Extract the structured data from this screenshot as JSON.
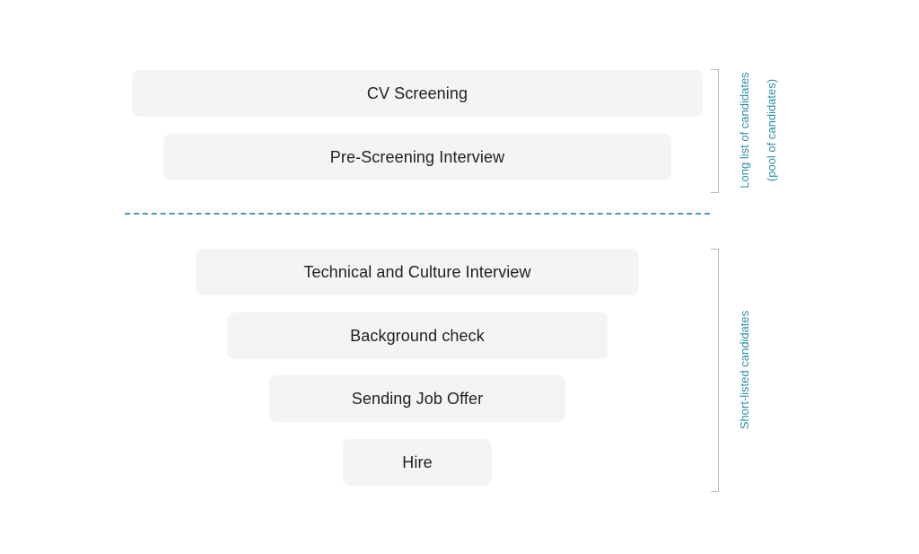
{
  "stages": [
    {
      "label": "CV Screening"
    },
    {
      "label": "Pre-Screening Interview"
    },
    {
      "label": "Technical and Culture Interview"
    },
    {
      "label": "Background check"
    },
    {
      "label": "Sending Job Offer"
    },
    {
      "label": "Hire"
    }
  ],
  "groups": {
    "long_list": {
      "line1": "Long list of candidates",
      "line2": "(pool of candidates)"
    },
    "short_list": {
      "line1": "Short-listed candidates"
    }
  },
  "colors": {
    "accent": "#2a8fa8",
    "stage_fill": "#f5f4f5",
    "bracket": "#b8b8b8"
  }
}
